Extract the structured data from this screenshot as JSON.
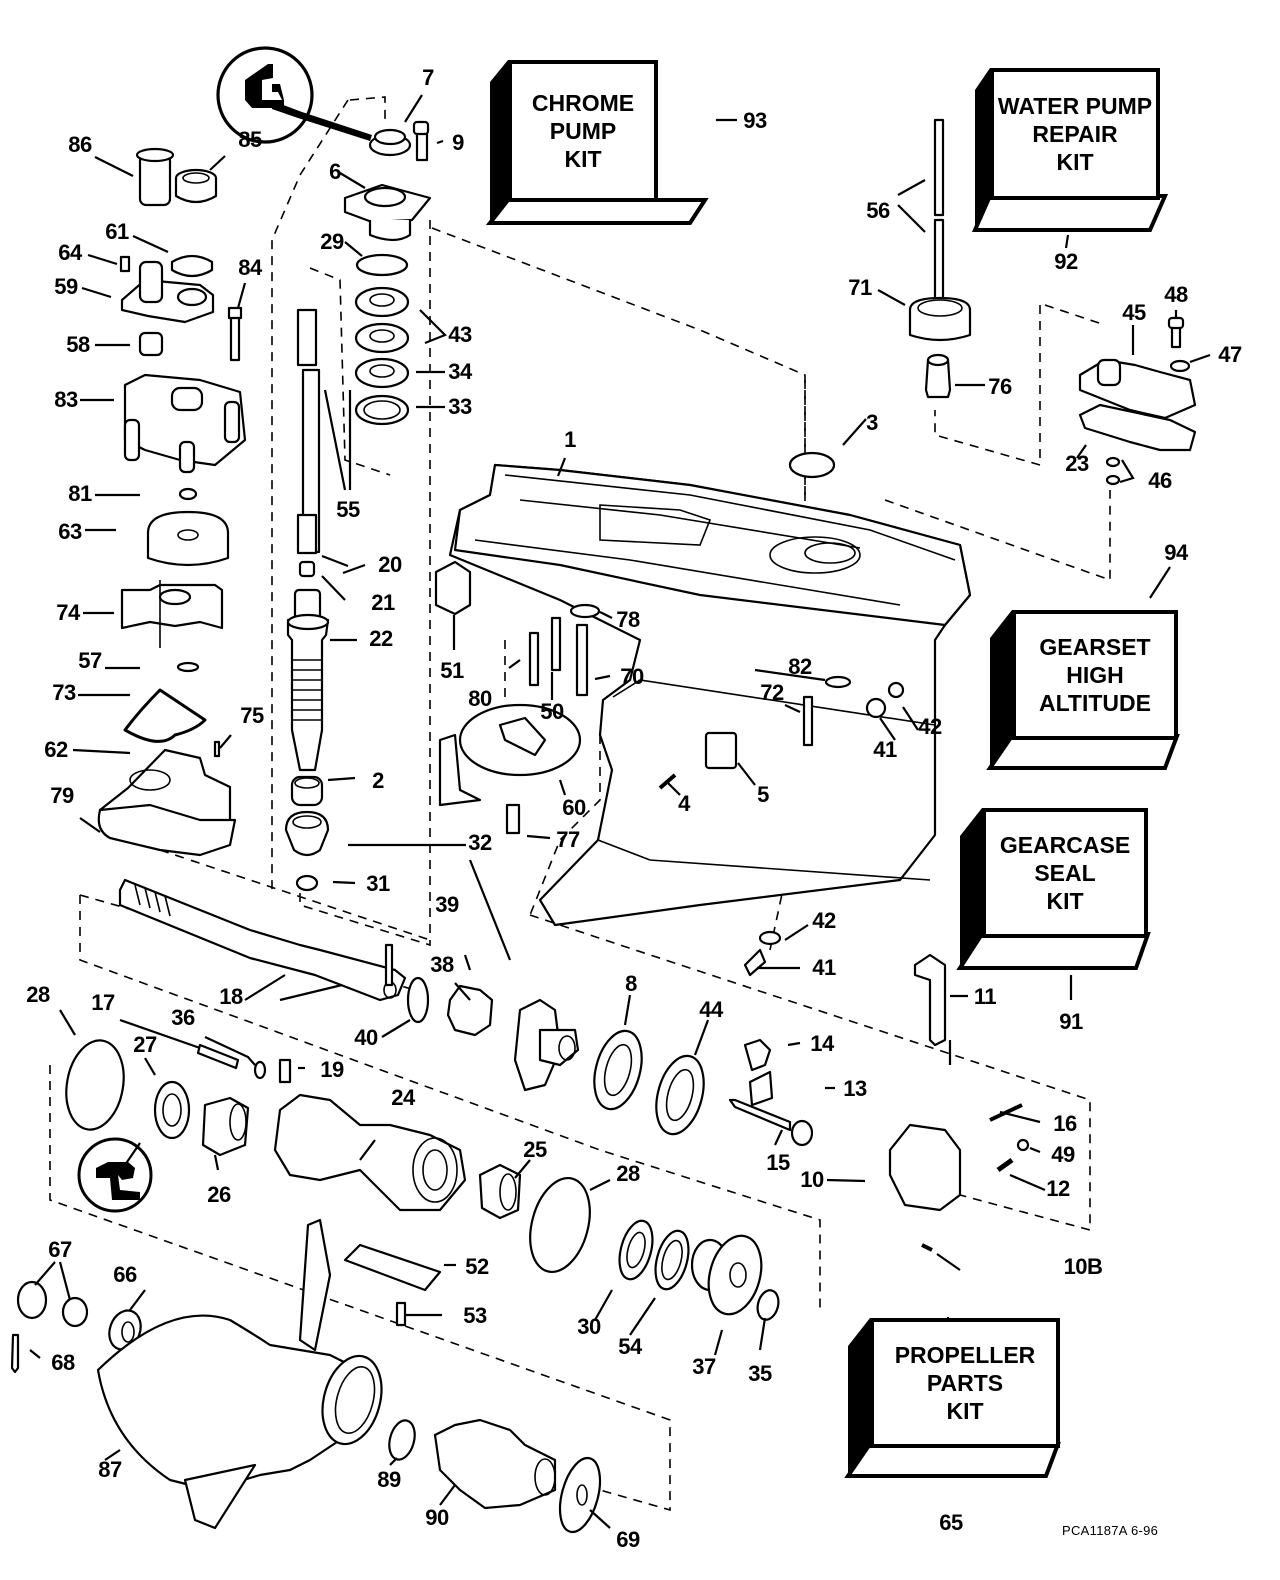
{
  "diagram": {
    "title": "Gearcase exploded parts diagram",
    "figure_code": "PCA1187A  6-96",
    "kits": [
      {
        "id": "93",
        "lines": [
          "CHROME",
          "PUMP",
          "KIT"
        ]
      },
      {
        "id": "92",
        "lines": [
          "WATER PUMP",
          "REPAIR",
          "KIT"
        ]
      },
      {
        "id": "94",
        "lines": [
          "GEARSET",
          "HIGH",
          "ALTITUDE"
        ]
      },
      {
        "id": "91",
        "lines": [
          "GEARCASE",
          "SEAL",
          "KIT"
        ]
      },
      {
        "id": "65",
        "lines": [
          "PROPELLER",
          "PARTS",
          "KIT"
        ]
      }
    ],
    "callouts": {
      "c1": "1",
      "c2": "2",
      "c3": "3",
      "c4": "4",
      "c5": "5",
      "c6": "6",
      "c7": "7",
      "c8": "8",
      "c9": "9",
      "c10": "10",
      "c10b": "10B",
      "c11": "11",
      "c12": "12",
      "c13": "13",
      "c14": "14",
      "c15": "15",
      "c16": "16",
      "c17": "17",
      "c18": "18",
      "c19": "19",
      "c20": "20",
      "c21": "21",
      "c22": "22",
      "c23": "23",
      "c24": "24",
      "c25": "25",
      "c26": "26",
      "c27": "27",
      "c28a": "28",
      "c28b": "28",
      "c29": "29",
      "c30": "30",
      "c31": "31",
      "c32": "32",
      "c33": "33",
      "c34": "34",
      "c35": "35",
      "c36": "36",
      "c37": "37",
      "c38": "38",
      "c39": "39",
      "c40": "40",
      "c41a": "41",
      "c41b": "41",
      "c42a": "42",
      "c42b": "42",
      "c43": "43",
      "c44": "44",
      "c45": "45",
      "c46": "46",
      "c47": "47",
      "c48": "48",
      "c49": "49",
      "c50": "50",
      "c51": "51",
      "c52": "52",
      "c53": "53",
      "c54": "54",
      "c55": "55",
      "c56": "56",
      "c57": "57",
      "c58": "58",
      "c59": "59",
      "c60": "60",
      "c61": "61",
      "c62": "62",
      "c63": "63",
      "c64": "64",
      "c65": "65",
      "c66": "66",
      "c67": "67",
      "c68": "68",
      "c69": "69",
      "c70": "70",
      "c71": "71",
      "c72": "72",
      "c73": "73",
      "c74": "74",
      "c75": "75",
      "c76": "76",
      "c77": "77",
      "c78": "78",
      "c79": "79",
      "c80": "80",
      "c81": "81",
      "c82": "82",
      "c83": "83",
      "c84": "84",
      "c85": "85",
      "c86": "86",
      "c87": "87",
      "c89": "89",
      "c90": "90",
      "c91": "91",
      "c92": "92",
      "c93": "93",
      "c94": "94"
    },
    "detail_insets": [
      {
        "icon": "seal-orientation-icon",
        "refers_to": "7"
      },
      {
        "icon": "seal-orientation-icon",
        "refers_to": "27"
      }
    ]
  }
}
